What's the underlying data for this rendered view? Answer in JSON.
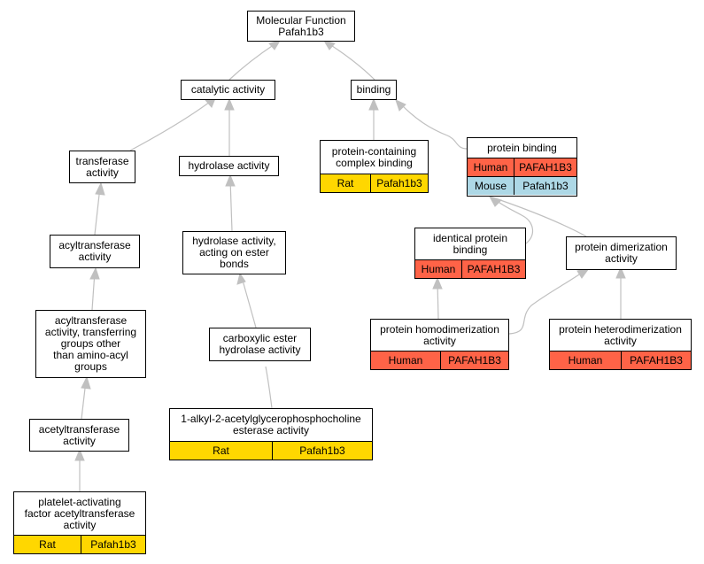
{
  "nodes": {
    "molecular_function": {
      "label": "Molecular Function\nPafah1b3"
    },
    "catalytic_activity": {
      "label": "catalytic activity"
    },
    "binding": {
      "label": "binding"
    },
    "transferase_activity": {
      "label": "transferase\nactivity"
    },
    "hydrolase_activity": {
      "label": "hydrolase activity"
    },
    "protein_containing_complex_binding": {
      "label": "protein-containing\ncomplex binding",
      "annotations": [
        {
          "species": "Rat",
          "gene": "Pafah1b3"
        }
      ]
    },
    "protein_binding": {
      "label": "protein binding",
      "annotations": [
        {
          "species": "Human",
          "gene": "PAFAH1B3"
        },
        {
          "species": "Mouse",
          "gene": "Pafah1b3"
        }
      ]
    },
    "acyltransferase_activity": {
      "label": "acyltransferase\nactivity"
    },
    "hydrolase_activity_ester_bonds": {
      "label": "hydrolase activity,\nacting on ester\nbonds"
    },
    "identical_protein_binding": {
      "label": "identical protein\nbinding",
      "annotations": [
        {
          "species": "Human",
          "gene": "PAFAH1B3"
        }
      ]
    },
    "protein_dimerization_activity": {
      "label": "protein dimerization\nactivity"
    },
    "acyltransferase_non_aminoacyl": {
      "label": "acyltransferase\nactivity, transferring\ngroups other\nthan amino-acyl\ngroups"
    },
    "carboxylic_ester_hydrolase": {
      "label": "carboxylic ester\nhydrolase activity"
    },
    "protein_homodimerization_activity": {
      "label": "protein homodimerization\nactivity",
      "annotations": [
        {
          "species": "Human",
          "gene": "PAFAH1B3"
        }
      ]
    },
    "protein_heterodimerization_activity": {
      "label": "protein heterodimerization\nactivity",
      "annotations": [
        {
          "species": "Human",
          "gene": "PAFAH1B3"
        }
      ]
    },
    "acetyltransferase_activity": {
      "label": "acetyltransferase\nactivity"
    },
    "alkyl_acetylglycerophosphocholine_esterase": {
      "label": "1-alkyl-2-acetylglycerophosphocholine\nesterase activity",
      "annotations": [
        {
          "species": "Rat",
          "gene": "Pafah1b3"
        }
      ]
    },
    "paf_acetyltransferase": {
      "label": "platelet-activating\nfactor acetyltransferase\nactivity",
      "annotations": [
        {
          "species": "Rat",
          "gene": "Pafah1b3"
        }
      ]
    }
  },
  "edges": [
    [
      "catalytic_activity",
      "molecular_function"
    ],
    [
      "binding",
      "molecular_function"
    ],
    [
      "transferase_activity",
      "catalytic_activity"
    ],
    [
      "hydrolase_activity",
      "catalytic_activity"
    ],
    [
      "protein_containing_complex_binding",
      "binding"
    ],
    [
      "protein_binding",
      "binding"
    ],
    [
      "acyltransferase_activity",
      "transferase_activity"
    ],
    [
      "hydrolase_activity_ester_bonds",
      "hydrolase_activity"
    ],
    [
      "identical_protein_binding",
      "protein_binding"
    ],
    [
      "protein_dimerization_activity",
      "protein_binding"
    ],
    [
      "acyltransferase_non_aminoacyl",
      "acyltransferase_activity"
    ],
    [
      "carboxylic_ester_hydrolase",
      "hydrolase_activity_ester_bonds"
    ],
    [
      "protein_homodimerization_activity",
      "identical_protein_binding"
    ],
    [
      "protein_homodimerization_activity",
      "protein_dimerization_activity"
    ],
    [
      "protein_heterodimerization_activity",
      "protein_dimerization_activity"
    ],
    [
      "acetyltransferase_activity",
      "acyltransferase_non_aminoacyl"
    ],
    [
      "alkyl_acetylglycerophosphocholine_esterase",
      "carboxylic_ester_hydrolase"
    ],
    [
      "paf_acetyltransferase",
      "acetyltransferase_activity"
    ]
  ],
  "species_colors": {
    "Rat": "#ffd700",
    "Human": "#ff6347",
    "Mouse": "#add8e6"
  },
  "edge_color": "#c0c0c0"
}
